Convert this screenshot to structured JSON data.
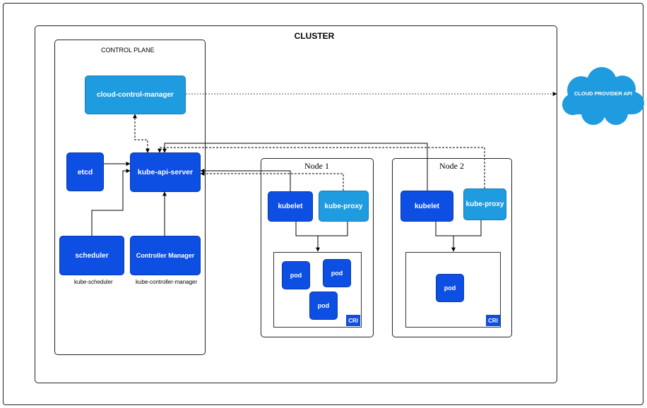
{
  "cluster": {
    "title": "CLUSTER"
  },
  "control_plane": {
    "title": "CONTROL PLANE",
    "cloud_control_manager": "cloud-control-manager",
    "etcd": "etcd",
    "api_server": "kube-api-server",
    "scheduler": "scheduler",
    "scheduler_caption": "kube-scheduler",
    "controller_manager": "Controller Manager",
    "controller_manager_caption": "kube-controller-manager"
  },
  "cloud": {
    "label": "CLOUD PROVIDER API",
    "color": "#1f9be0"
  },
  "nodes": [
    {
      "title": "Node 1",
      "kubelet": "kubelet",
      "kube_proxy": "kube-proxy",
      "pods": [
        "pod",
        "pod",
        "pod"
      ],
      "cri": "CRI"
    },
    {
      "title": "Node 2",
      "kubelet": "kubelet",
      "kube_proxy": "kube-proxy",
      "pods": [
        "pod"
      ],
      "cri": "CRI"
    }
  ],
  "colors": {
    "dark_component": "#0d4fe3",
    "light_component": "#1f9be0"
  }
}
